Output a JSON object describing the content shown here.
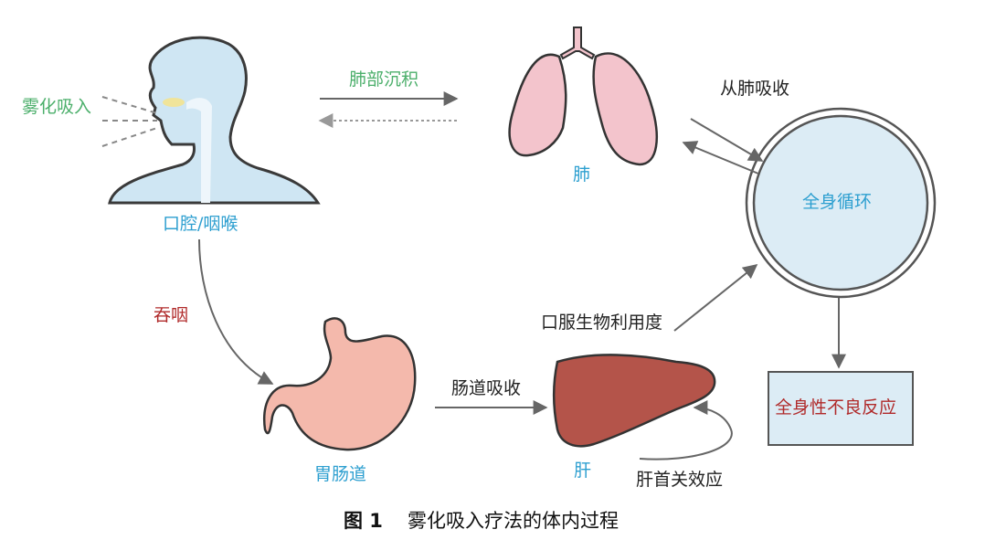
{
  "labels": {
    "nebulize_inhale": "雾化吸入",
    "mouth_throat": "口腔/咽喉",
    "lung_deposition": "肺部沉积",
    "lung": "肺",
    "absorb_from_lung": "从肺吸收",
    "systemic_circulation": "全身循环",
    "swallow": "吞咽",
    "gi_tract": "胃肠道",
    "intestinal_absorption": "肠道吸收",
    "liver": "肝",
    "oral_bioavailability": "口服生物利用度",
    "first_pass_effect": "肝首关效应",
    "systemic_adverse_reaction": "全身性不良反应"
  },
  "caption": {
    "figure_no": "图 1",
    "title": "雾化吸入疗法的体内过程"
  },
  "colors": {
    "label_green": "#4caf6b",
    "label_blue": "#2d9fd0",
    "label_red": "#b02a2a",
    "head_fill": "#cfe6f3",
    "lung_fill": "#f3c4cc",
    "stomach_fill": "#f4b9ac",
    "liver_fill": "#b4544a",
    "circulation_fill": "#dcecf5"
  }
}
